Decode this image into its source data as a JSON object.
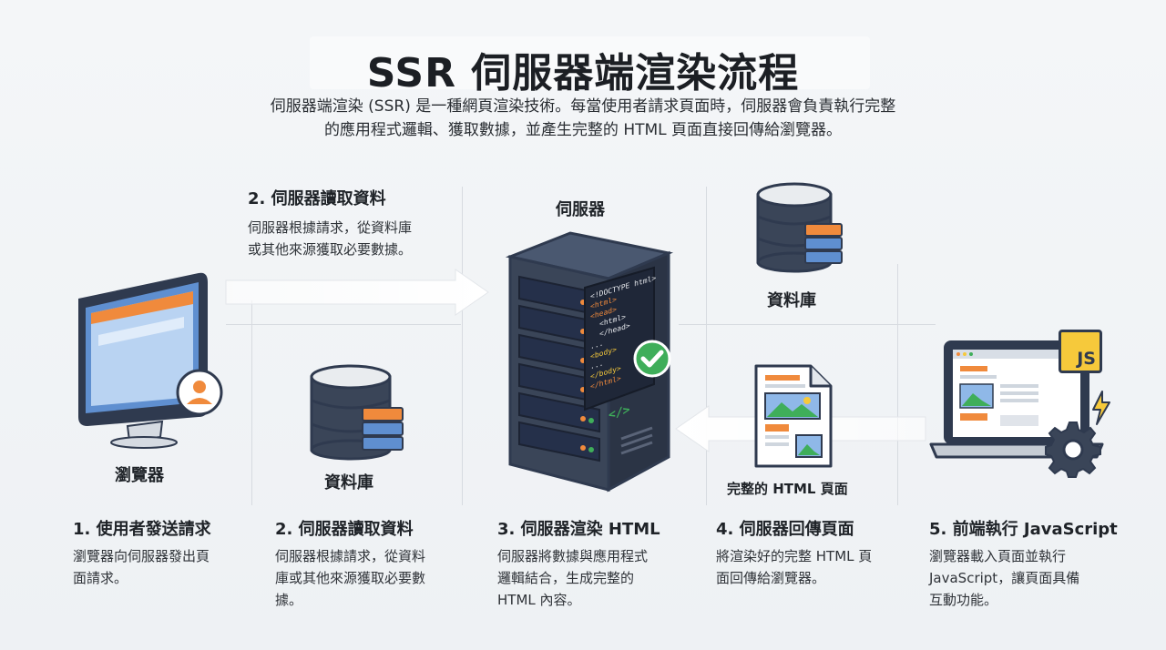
{
  "title": "SSR 伺服器端渲染流程",
  "subtitle_line1": "伺服器端渲染 (SSR) 是一種網頁渲染技術。每當使用者請求頁面時，伺服器會負責執行完整",
  "subtitle_line2": "的應用程式邏輯、獲取數據，並產生完整的 HTML 頁面直接回傳給瀏覽器。",
  "top_annotation": {
    "title": "2. 伺服器讀取資料",
    "line1": "伺服器根據請求，從資料庫",
    "line2": "或其他來源獲取必要數據。"
  },
  "labels": {
    "server": "伺服器",
    "database_top": "資料庫",
    "browser": "瀏覽器",
    "database_bottom": "資料庫",
    "complete_page": "完整的 HTML 頁面"
  },
  "server_code": [
    "<!DOCTYPE html>",
    "<html>",
    "<head>",
    "<html>",
    "</head>",
    "...",
    "<body>",
    "...",
    "</body>",
    "</html>"
  ],
  "code_glyph": "</>",
  "js_badge": "JS",
  "steps": [
    {
      "title": "1. 使用者發送請求",
      "line1": "瀏覽器向伺服器發出頁",
      "line2": "面請求。",
      "line3": ""
    },
    {
      "title": "2. 伺服器讀取資料",
      "line1": "伺服器根據請求，從資料",
      "line2": "庫或其他來源獲取必要數",
      "line3": "據。"
    },
    {
      "title": "3. 伺服器渲染 HTML",
      "line1": "伺服器將數據與應用程式",
      "line2": "邏輯結合，生成完整的",
      "line3": "HTML 內容。"
    },
    {
      "title": "4. 伺服器回傳頁面",
      "line1": "將渲染好的完整 HTML 頁",
      "line2": "面回傳給瀏覽器。",
      "line3": ""
    },
    {
      "title": "5. 前端執行 JavaScript",
      "line1": "瀏覽器載入頁面並執行",
      "line2": "JavaScript，讓頁面具備",
      "line3": "互動功能。"
    }
  ],
  "colors": {
    "navy": "#2f3a4f",
    "orange": "#f08a3c",
    "blue_screen": "#8fb8e8",
    "green_check": "#3fae5a",
    "js_yellow": "#f6c93b"
  }
}
